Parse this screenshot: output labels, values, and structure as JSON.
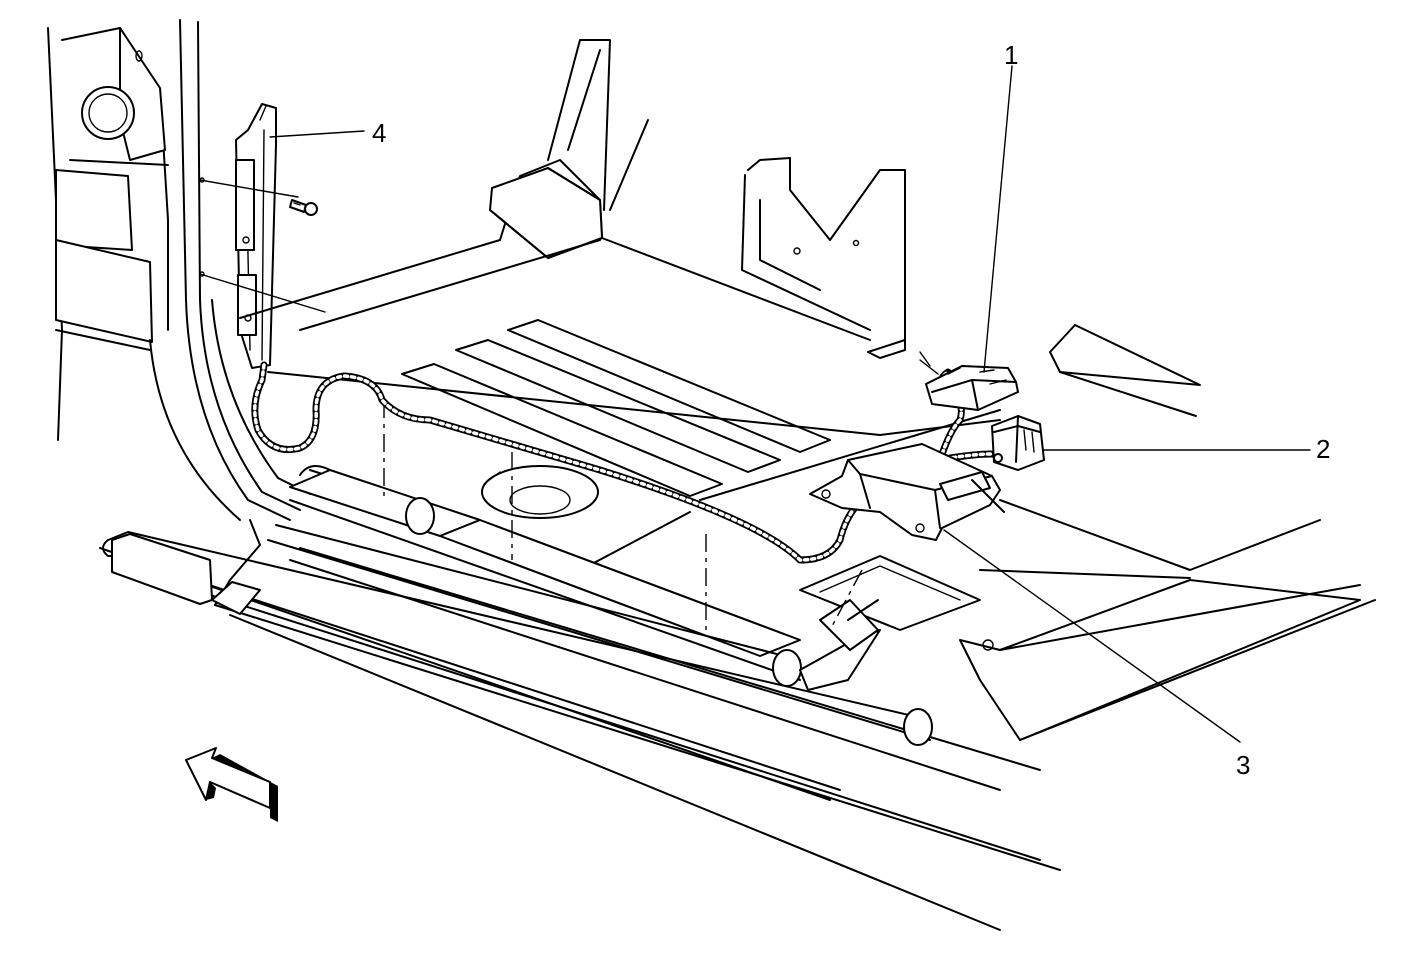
{
  "callouts": {
    "c1": "1",
    "c2": "2",
    "c3": "3",
    "c4": "4"
  },
  "colors": {
    "line": "#000000",
    "background": "#ffffff"
  },
  "icons": {
    "direction_arrow": "arrow-left-icon"
  }
}
